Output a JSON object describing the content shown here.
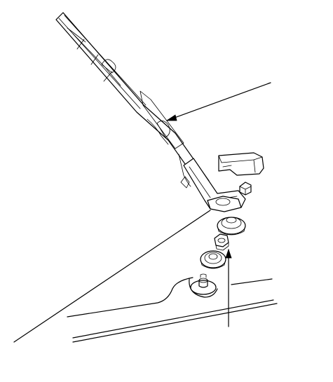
{
  "diagram": {
    "line_color": "#000000",
    "background": "#ffffff",
    "parts": [
      {
        "name": "wiper-blade",
        "icon": "wiper-blade-icon"
      },
      {
        "name": "wiper-arm",
        "icon": "wiper-arm-icon"
      },
      {
        "name": "pivot-cap",
        "icon": "cap-icon"
      },
      {
        "name": "pivot-nut",
        "icon": "nut-icon"
      },
      {
        "name": "rubber-seal",
        "icon": "seal-icon"
      },
      {
        "name": "hex-nut",
        "icon": "hex-nut-icon"
      },
      {
        "name": "bushing",
        "icon": "bushing-icon"
      },
      {
        "name": "pivot-shaft",
        "icon": "shaft-icon"
      }
    ]
  }
}
